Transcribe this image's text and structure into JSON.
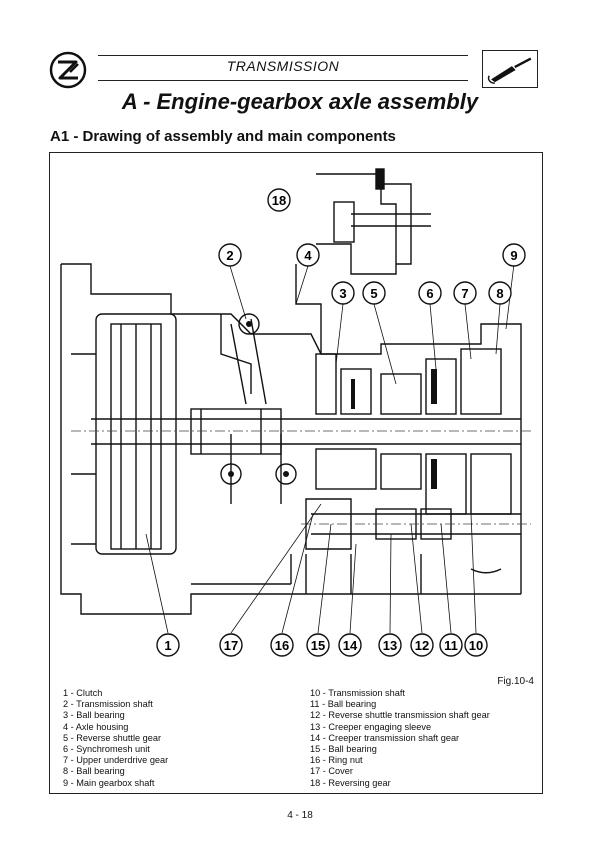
{
  "header": {
    "section": "TRANSMISSION"
  },
  "page_title": "A - Engine-gearbox axle assembly",
  "subsection_title": "A1 - Drawing of assembly and main components",
  "figure_label": "Fig.10-4",
  "callouts": {
    "top": [
      "18",
      "2",
      "4",
      "9",
      "3",
      "5",
      "6",
      "7",
      "8"
    ],
    "bottom": [
      "1",
      "17",
      "16",
      "15",
      "14",
      "13",
      "12",
      "11",
      "10"
    ]
  },
  "legend_left": [
    "1 - Clutch",
    "2 - Transmission shaft",
    "3 - Ball bearing",
    "4 - Axle housing",
    "5 - Reverse shuttle gear",
    "6 - Synchromesh unit",
    "7 - Upper underdrive gear",
    "8 - Ball bearing",
    "9 - Main gearbox shaft"
  ],
  "legend_right": [
    "10 - Transmission shaft",
    "11 - Ball bearing",
    "12 - Reverse shuttle transmission shaft gear",
    "13 - Creeper engaging sleeve",
    "14 - Creeper transmission shaft gear",
    "15 - Ball bearing",
    "16 - Ring nut",
    "17 - Cover",
    "18 - Reversing gear"
  ],
  "page_number": "4 - 18"
}
